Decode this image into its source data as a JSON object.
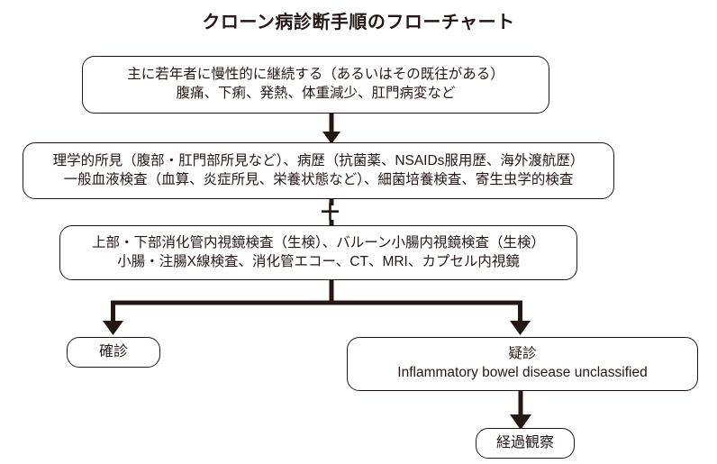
{
  "title": "クローン病診断手順のフローチャート",
  "palette": {
    "stroke": "#231815",
    "background": "#ffffff",
    "text": "#231815"
  },
  "nodes": {
    "symptoms": {
      "line1": "主に若年者に慢性的に継続する（あるいはその既往がある）",
      "line2": "腹痛、下痢、発熱、体重減少、肛門病変など"
    },
    "history": {
      "line1": "理学的所見（腹部・肛門部所見など）、病歴（抗菌薬、NSAIDs服用歴、海外渡航歴）",
      "line2": "一般血液検査（血算、炎症所見、栄養状態など）、細菌培養検査、寄生虫学的検査"
    },
    "imaging": {
      "line1": "上部・下部消化管内視鏡検査（生検）、バルーン小腸内視鏡検査（生検）",
      "line2": "小腸・注腸X線検査、消化管エコー、CT、MRI、カプセル内視鏡"
    },
    "confirmed": {
      "line1": "確診"
    },
    "suspected": {
      "line1": "疑診",
      "line2": "Inflammatory bowel disease unclassified"
    },
    "followup": {
      "line1": "経過観察"
    }
  },
  "connectors": {
    "plus_symbol": "＋",
    "arrow_symptoms_to_history": "down-arrow",
    "arrow_history_to_imaging": "down-arrow",
    "branch_imaging_to_outcomes": "split-down-arrows",
    "arrow_suspected_to_followup": "down-arrow"
  }
}
